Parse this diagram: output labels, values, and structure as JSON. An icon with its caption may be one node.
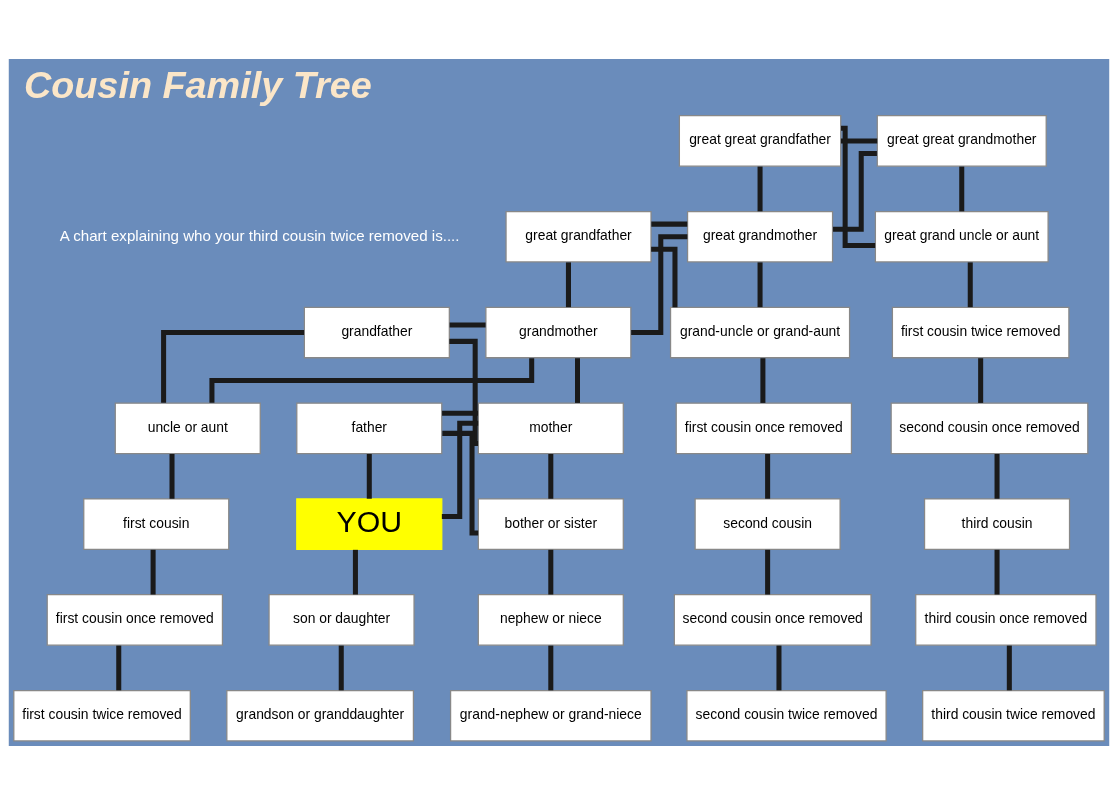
{
  "diagram": {
    "title": "Cousin Family Tree",
    "nodes": [
      {
        "text": [
          "great great grandfather"
        ]
      },
      {
        "text": [
          "great great grandmother"
        ]
      },
      {
        "text": [
          "great grandfather"
        ]
      },
      {
        "text": [
          "great grandmother"
        ]
      },
      {
        "text": [
          "great grand uncle or aunt"
        ]
      },
      {
        "text": [
          "grandfather"
        ]
      },
      {
        "text": [
          "grandmother"
        ]
      },
      {
        "text": [
          "grand-uncle or grand-aunt"
        ]
      },
      {
        "text": [
          "first cousin twice removed"
        ]
      },
      {
        "text": [
          "father"
        ]
      },
      {
        "text": [
          "mother"
        ]
      },
      {
        "text": [
          "uncle or aunt"
        ]
      },
      {
        "text": [
          "first cousin once removed"
        ]
      },
      {
        "text": [
          "second cousin once removed"
        ]
      },
      {
        "text": [
          "YOU"
        ]
      },
      {
        "text": [
          "bother or sister"
        ]
      },
      {
        "text": [
          "first cousin"
        ]
      },
      {
        "text": [
          "second cousin"
        ]
      },
      {
        "text": [
          "third cousin"
        ]
      },
      {
        "text": [
          "son or daughter"
        ]
      },
      {
        "text": [
          "nephew or niece"
        ]
      },
      {
        "text": [
          "first cousin once removed"
        ]
      },
      {
        "text": [
          "second cousin once removed"
        ]
      },
      {
        "text": [
          "third cousin once removed"
        ]
      },
      {
        "text": [
          "grandson or granddaughter"
        ]
      },
      {
        "text": [
          "grand-nephew or grand-niece"
        ]
      },
      {
        "text": [
          "first cousin twice removed"
        ]
      },
      {
        "text": [
          "second cousin twice removed"
        ]
      },
      {
        "text": [
          "third cousin twice removed"
        ]
      }
    ],
    "edges": [
      {
        "from": 0,
        "to": 1,
        "arrow": "none"
      },
      {
        "from": 0,
        "to": 3,
        "arrow": "none"
      },
      {
        "from": 1,
        "to": 3,
        "arrow": "none"
      },
      {
        "from": 0,
        "to": 4,
        "arrow": "none"
      },
      {
        "from": 1,
        "to": 4,
        "arrow": "none"
      },
      {
        "from": 2,
        "to": 3,
        "arrow": "none"
      },
      {
        "from": 2,
        "to": 6,
        "arrow": "none"
      },
      {
        "from": 3,
        "to": 6,
        "arrow": "none"
      },
      {
        "from": 2,
        "to": 7,
        "arrow": "none"
      },
      {
        "from": 3,
        "to": 7,
        "arrow": "none"
      },
      {
        "from": 5,
        "to": 6,
        "arrow": "none"
      },
      {
        "from": 5,
        "to": 10,
        "arrow": "none"
      },
      {
        "from": 6,
        "to": 10,
        "arrow": "none"
      },
      {
        "from": 5,
        "to": 11,
        "arrow": "none"
      },
      {
        "from": 6,
        "to": 11,
        "arrow": "none"
      },
      {
        "from": 9,
        "to": 10,
        "arrow": "none"
      },
      {
        "from": 9,
        "to": 14,
        "arrow": "none"
      },
      {
        "from": 10,
        "to": 14,
        "arrow": "none"
      },
      {
        "from": 9,
        "to": 15,
        "arrow": "none"
      },
      {
        "from": 10,
        "to": 15,
        "arrow": "none"
      },
      {
        "from": 4,
        "to": 8,
        "arrow": "none"
      },
      {
        "from": 8,
        "to": 13,
        "arrow": "none"
      },
      {
        "from": 13,
        "to": 18,
        "arrow": "none"
      },
      {
        "from": 18,
        "to": 23,
        "arrow": "none"
      },
      {
        "from": 23,
        "to": 28,
        "arrow": "none"
      },
      {
        "from": 7,
        "to": 12,
        "arrow": "none"
      },
      {
        "from": 12,
        "to": 17,
        "arrow": "none"
      },
      {
        "from": 17,
        "to": 22,
        "arrow": "none"
      },
      {
        "from": 22,
        "to": 27,
        "arrow": "none"
      },
      {
        "from": 11,
        "to": 16,
        "arrow": "none"
      },
      {
        "from": 16,
        "to": 21,
        "arrow": "none"
      },
      {
        "from": 21,
        "to": 26,
        "arrow": "none"
      },
      {
        "from": 14,
        "to": 19,
        "arrow": "none"
      },
      {
        "from": 19,
        "to": 24,
        "arrow": "none"
      },
      {
        "from": 15,
        "to": 20,
        "arrow": "none"
      },
      {
        "from": 20,
        "to": 25,
        "arrow": "none"
      }
    ],
    "labels": [
      "A chart explaining who your third cousin twice removed is...."
    ]
  }
}
